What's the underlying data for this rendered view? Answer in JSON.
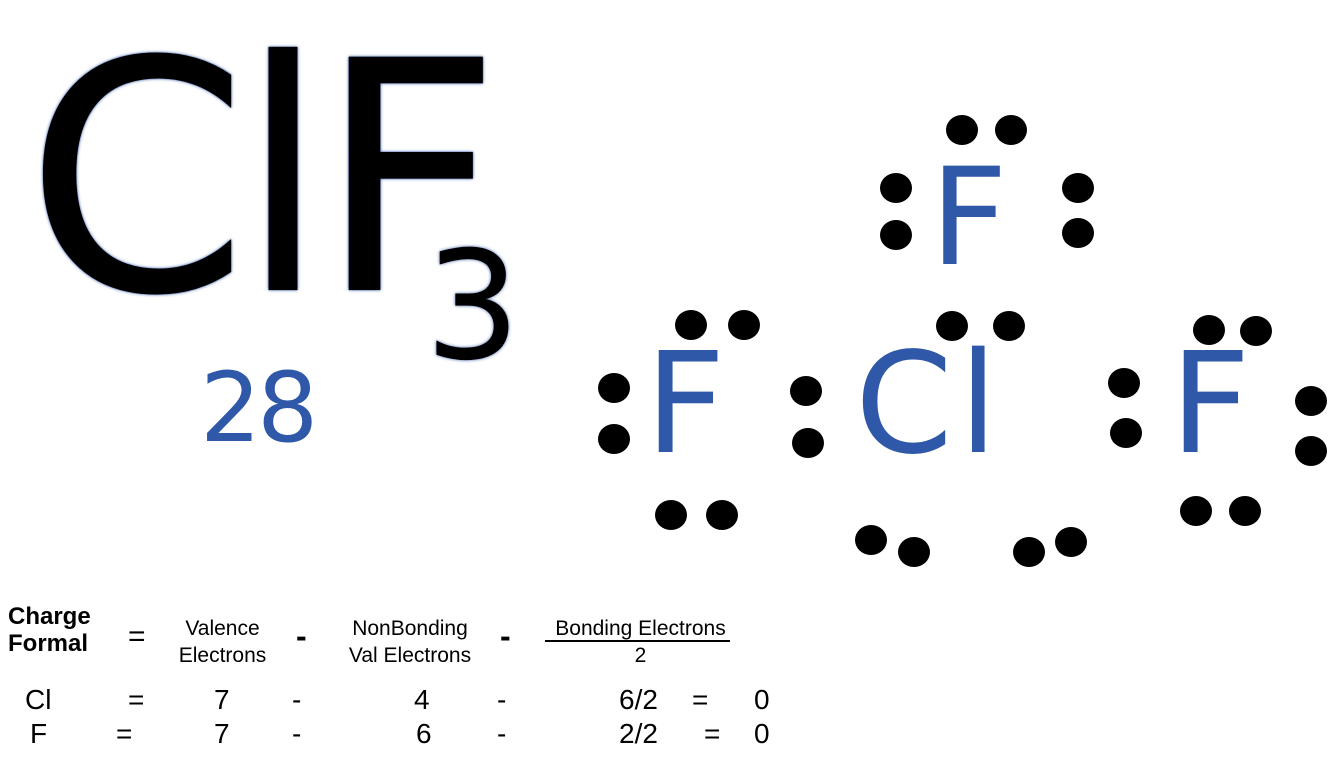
{
  "formula": {
    "main": "ClF",
    "subscript": "3"
  },
  "total_valence": "28",
  "lewis": {
    "top_atom": "F",
    "left_atom": "F",
    "center_atom": "Cl",
    "right_atom": "F"
  },
  "formal_charge": {
    "label_line1": "Charge",
    "label_line2": "Formal",
    "equals": "=",
    "minus": "-",
    "term1_line1": "Valence",
    "term1_line2": "Electrons",
    "term2_line1": "NonBonding",
    "term2_line2": "Val Electrons",
    "term3_numerator": "Bonding Electrons",
    "term3_denominator": "2",
    "rows": [
      {
        "atom": "Cl",
        "valence": "7",
        "nonbonding": "4",
        "bonding": "6/2",
        "result": "0"
      },
      {
        "atom": "F",
        "valence": "7",
        "nonbonding": "6",
        "bonding": "2/2",
        "result": "0"
      }
    ]
  },
  "colors": {
    "handwriting": "#2f59a8",
    "text": "#000000",
    "background": "#ffffff"
  }
}
